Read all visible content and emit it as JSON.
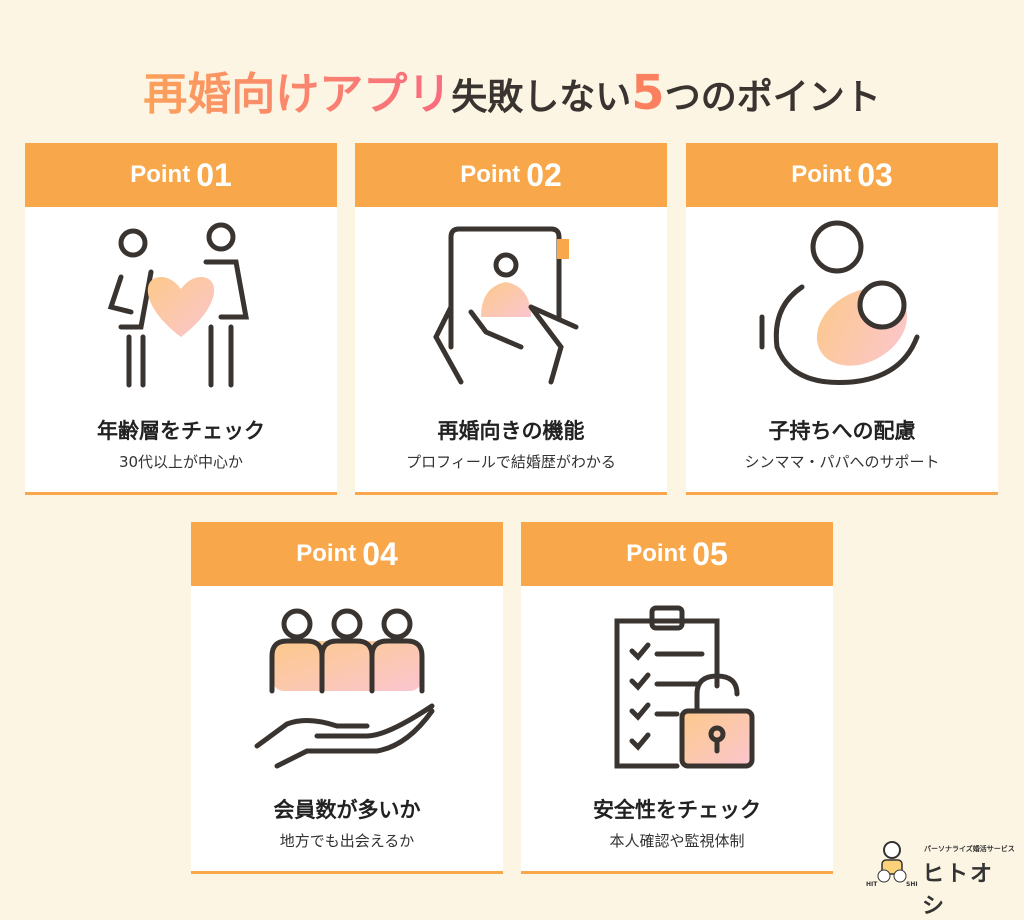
{
  "title": {
    "part1": "再婚向けアプリ",
    "part2": "失敗しない",
    "part3": "5",
    "part4": "つのポイント"
  },
  "cards": [
    {
      "point": "Point",
      "num": "01",
      "title": "年齢層をチェック",
      "sub": "30代以上が中心か",
      "icon": "couple-heart-icon"
    },
    {
      "point": "Point",
      "num": "02",
      "title": "再婚向きの機能",
      "sub": "プロフィールで結婚歴がわかる",
      "icon": "smartphone-profile-icon"
    },
    {
      "point": "Point",
      "num": "03",
      "title": "子持ちへの配慮",
      "sub": "シンママ・パパへのサポート",
      "icon": "parent-baby-icon"
    },
    {
      "point": "Point",
      "num": "04",
      "title": "会員数が多いか",
      "sub": "地方でも出会えるか",
      "icon": "people-hand-icon"
    },
    {
      "point": "Point",
      "num": "05",
      "title": "安全性をチェック",
      "sub": "本人確認や監視体制",
      "icon": "clipboard-lock-icon"
    }
  ],
  "logo": {
    "tagline": "パーソナライズ婚活サービス",
    "name": "ヒトオシ",
    "mark": "HITOOSHI"
  },
  "colors": {
    "accent": "#f8a84a",
    "background": "#fdf5e4"
  }
}
